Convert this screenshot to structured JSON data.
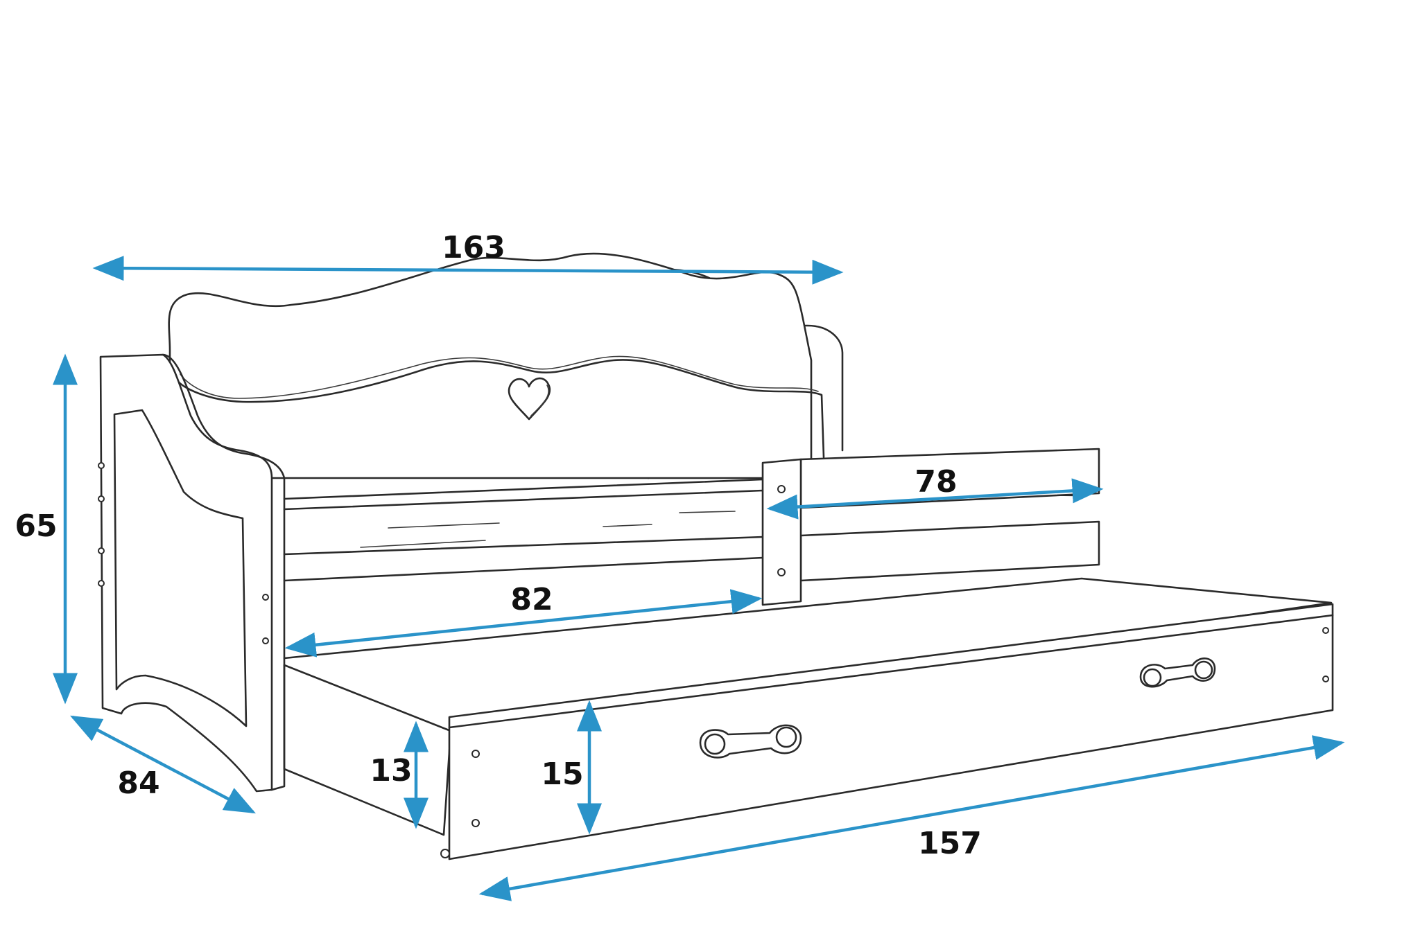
{
  "colors": {
    "dimension": "#2a93c9",
    "outline": "#2a2a2a",
    "background": "#ffffff"
  },
  "dimensions": {
    "width_top": "163",
    "height_side": "65",
    "depth": "84",
    "rail_length": "78",
    "inner_length": "82",
    "drawer_height_inner": "13",
    "drawer_height_outer": "15",
    "drawer_length": "157"
  }
}
